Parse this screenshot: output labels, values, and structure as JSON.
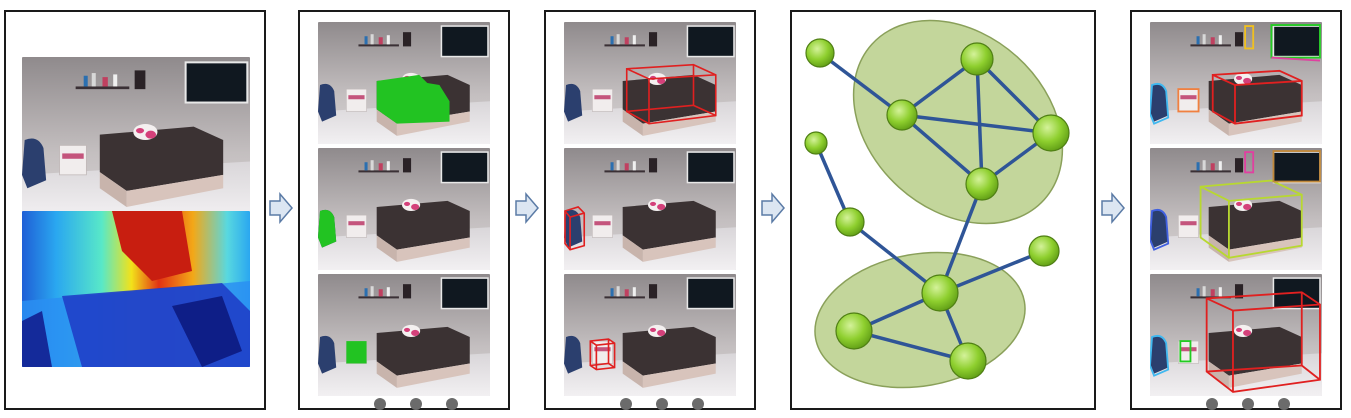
{
  "figure": {
    "stages": [
      {
        "id": "input",
        "content": "rgb-and-depth"
      },
      {
        "id": "segmentation",
        "content": "segmented-views",
        "more_indicator": 3
      },
      {
        "id": "bounding-boxes",
        "content": "3d-box-views",
        "more_indicator": 3
      },
      {
        "id": "graph",
        "content": "relation-graph",
        "node_count": 11
      },
      {
        "id": "output",
        "content": "final-3d-boxes",
        "more_indicator": 3
      }
    ],
    "colors": {
      "panel_border": "#1a1a1a",
      "arrow_fill": "#dce6f2",
      "arrow_stroke": "#5b7ba6",
      "node_fill": "#8ecf2e",
      "cluster_fill": "#c3d69b",
      "edge": "#2f5597",
      "seg_green": "#22c322",
      "box_red": "#e02020",
      "dot": "#6b6b6b"
    }
  }
}
